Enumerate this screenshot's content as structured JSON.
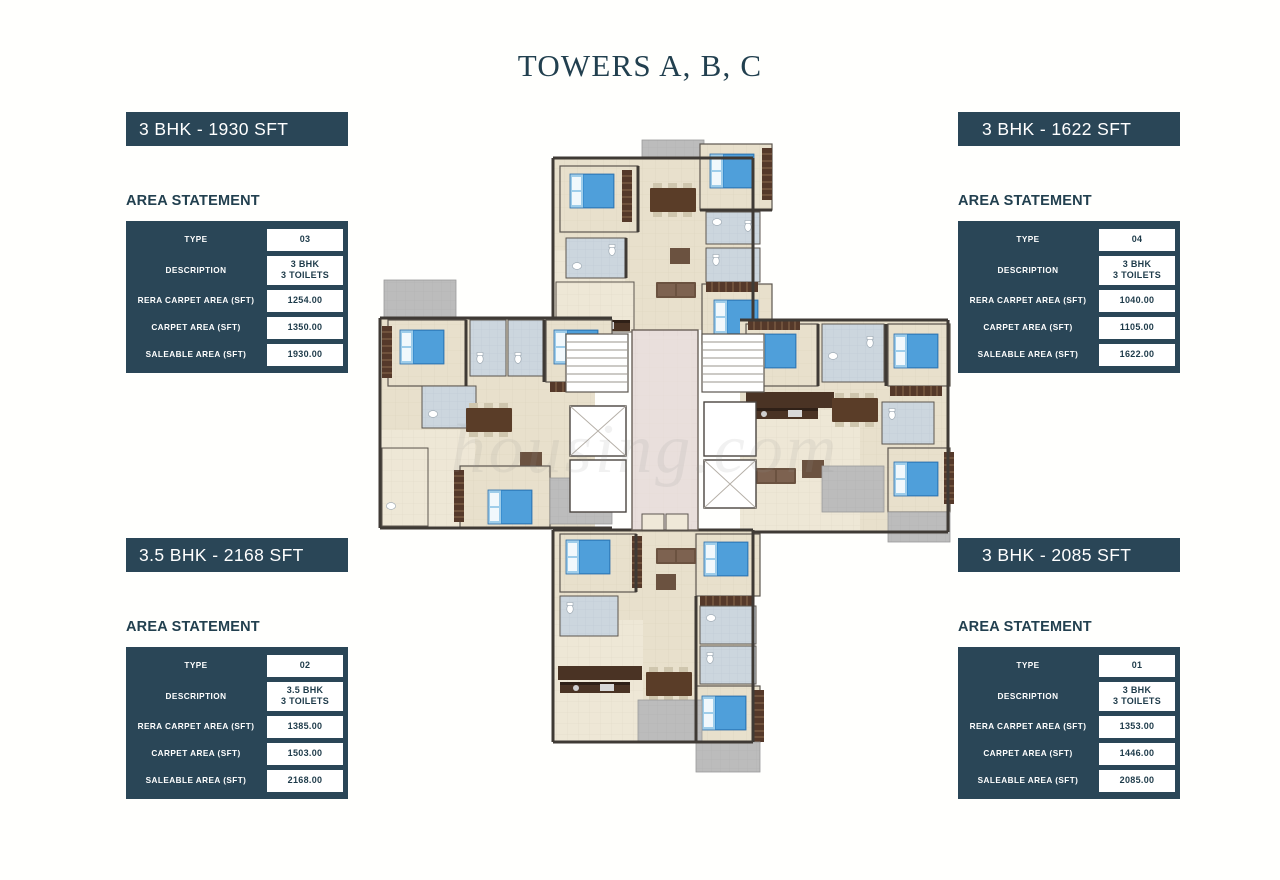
{
  "page": {
    "title": "TOWERS A, B, C",
    "background": "#fffffd",
    "accent_dark": "#2a4657",
    "text_dark": "#22404f",
    "watermark": "housing.com"
  },
  "panels": [
    {
      "id": "top-left",
      "badge": "3 BHK - 1930 SFT",
      "subtitle": "AREA STATEMENT",
      "rows": [
        {
          "label": "TYPE",
          "value": "03"
        },
        {
          "label": "DESCRIPTION",
          "value": "3 BHK",
          "value2": "3 TOILETS"
        },
        {
          "label": "RERA CARPET AREA (SFT)",
          "value": "1254.00"
        },
        {
          "label": "CARPET AREA (SFT)",
          "value": "1350.00"
        },
        {
          "label": "SALEABLE AREA (SFT)",
          "value": "1930.00"
        }
      ]
    },
    {
      "id": "top-right",
      "badge": "3 BHK - 1622 SFT",
      "subtitle": "AREA STATEMENT",
      "rows": [
        {
          "label": "TYPE",
          "value": "04"
        },
        {
          "label": "DESCRIPTION",
          "value": "3 BHK",
          "value2": "3 TOILETS"
        },
        {
          "label": "RERA CARPET AREA (SFT)",
          "value": "1040.00"
        },
        {
          "label": "CARPET AREA (SFT)",
          "value": "1105.00"
        },
        {
          "label": "SALEABLE AREA (SFT)",
          "value": "1622.00"
        }
      ]
    },
    {
      "id": "bottom-left",
      "badge": "3.5 BHK - 2168 SFT",
      "subtitle": "AREA STATEMENT",
      "rows": [
        {
          "label": "TYPE",
          "value": "02"
        },
        {
          "label": "DESCRIPTION",
          "value": "3.5 BHK",
          "value2": "3 TOILETS"
        },
        {
          "label": "RERA CARPET AREA (SFT)",
          "value": "1385.00"
        },
        {
          "label": "CARPET AREA (SFT)",
          "value": "1503.00"
        },
        {
          "label": "SALEABLE AREA (SFT)",
          "value": "2168.00"
        }
      ]
    },
    {
      "id": "bottom-right",
      "badge": "3 BHK - 2085 SFT",
      "subtitle": "AREA STATEMENT",
      "rows": [
        {
          "label": "TYPE",
          "value": "01"
        },
        {
          "label": "DESCRIPTION",
          "value": "3 BHK",
          "value2": "3 TOILETS"
        },
        {
          "label": "RERA CARPET AREA (SFT)",
          "value": "1353.00"
        },
        {
          "label": "CARPET AREA (SFT)",
          "value": "1446.00"
        },
        {
          "label": "SALEABLE AREA (SFT)",
          "value": "2085.00"
        }
      ]
    }
  ],
  "floorplan": {
    "description": "Cross / plus shaped typical floor plate with four apartment units arranged around a central lift and staircase core",
    "colors": {
      "floor": "#e8e0cc",
      "floor_light": "#efe8d8",
      "wall": "#4a4540",
      "wall_light": "#8d8madd",
      "bath": "#c9d4dd",
      "balcony": "#b9b9b9",
      "bed_blue": "#3b8fd0",
      "bed_blue_light": "#86bfe6",
      "furniture": "#5a3d28",
      "furniture_dark": "#3e2a1c",
      "core": "#e6dcd9",
      "white": "#ffffff"
    },
    "units": [
      {
        "id": "unit-top",
        "type": "04",
        "label": "3 BHK - 1622 SFT"
      },
      {
        "id": "unit-left",
        "type": "03",
        "label": "3 BHK - 1930 SFT"
      },
      {
        "id": "unit-right",
        "type": "01",
        "label": "3 BHK - 2085 SFT"
      },
      {
        "id": "unit-bottom",
        "type": "02",
        "label": "3.5 BHK - 2168 SFT"
      }
    ]
  }
}
